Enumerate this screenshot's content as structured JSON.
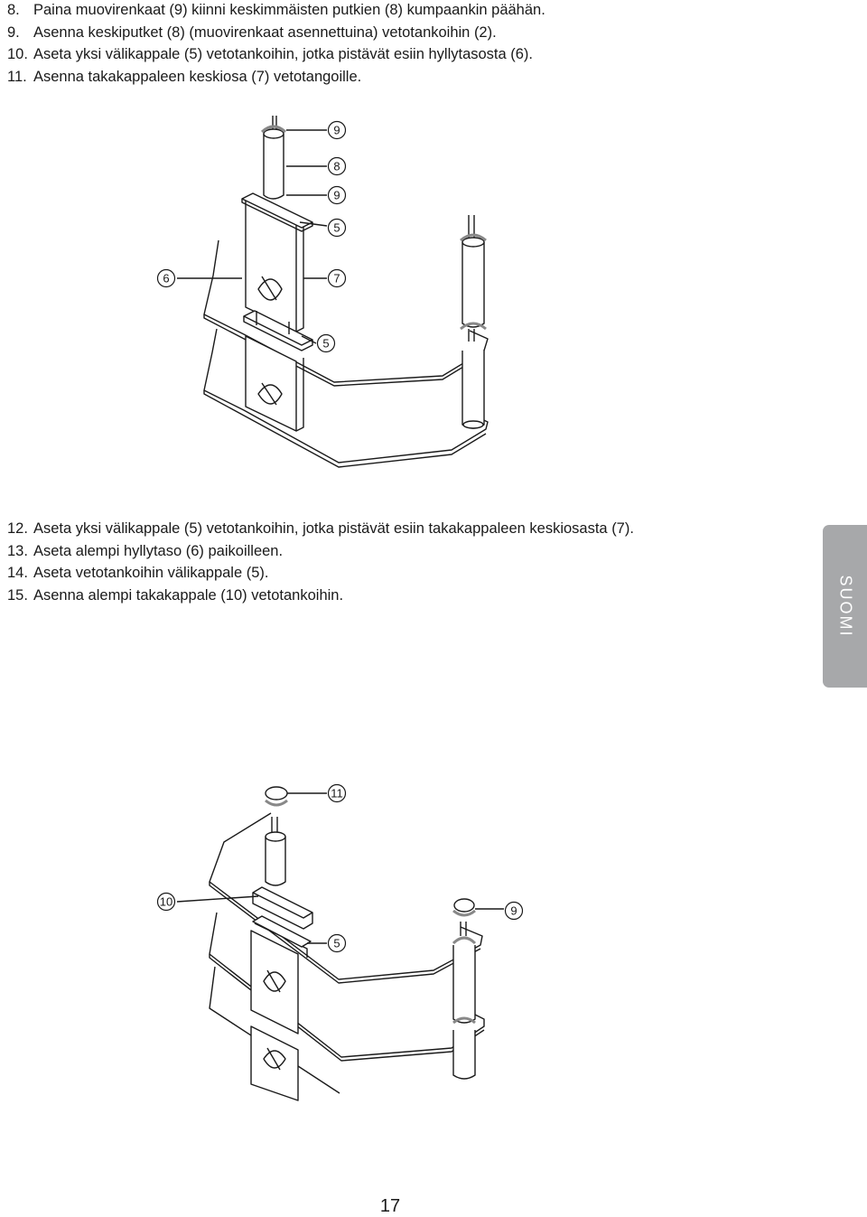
{
  "steps_top": [
    {
      "num": "8.",
      "text": "Paina muovirenkaat (9) kiinni keskimmäisten putkien (8) kumpaankin päähän."
    },
    {
      "num": "9.",
      "text": "Asenna keskiputket (8) (muovirenkaat asennettuina) vetotankoihin (2)."
    },
    {
      "num": "10.",
      "text": "Aseta yksi välikappale (5) vetotankoihin, jotka pistävät esiin hyllytasosta (6)."
    },
    {
      "num": "11.",
      "text": "Asenna takakappaleen keskiosa (7) vetotangoille."
    }
  ],
  "steps_bottom": [
    {
      "num": "12.",
      "text": "Aseta yksi välikappale (5) vetotankoihin, jotka pistävät esiin takakappaleen keskiosasta (7)."
    },
    {
      "num": "13.",
      "text": "Aseta alempi hyllytaso (6) paikoilleen."
    },
    {
      "num": "14.",
      "text": "Aseta vetotankoihin välikappale (5)."
    },
    {
      "num": "15.",
      "text": "Asenna alempi takakappale (10) vetotankoihin."
    }
  ],
  "diagram_1": {
    "callouts": [
      "9",
      "8",
      "9",
      "5",
      "6",
      "7",
      "5"
    ]
  },
  "diagram_2": {
    "callouts": [
      "11",
      "10",
      "9",
      "5"
    ]
  },
  "language_tab": "SUOMI",
  "page_number": "17"
}
